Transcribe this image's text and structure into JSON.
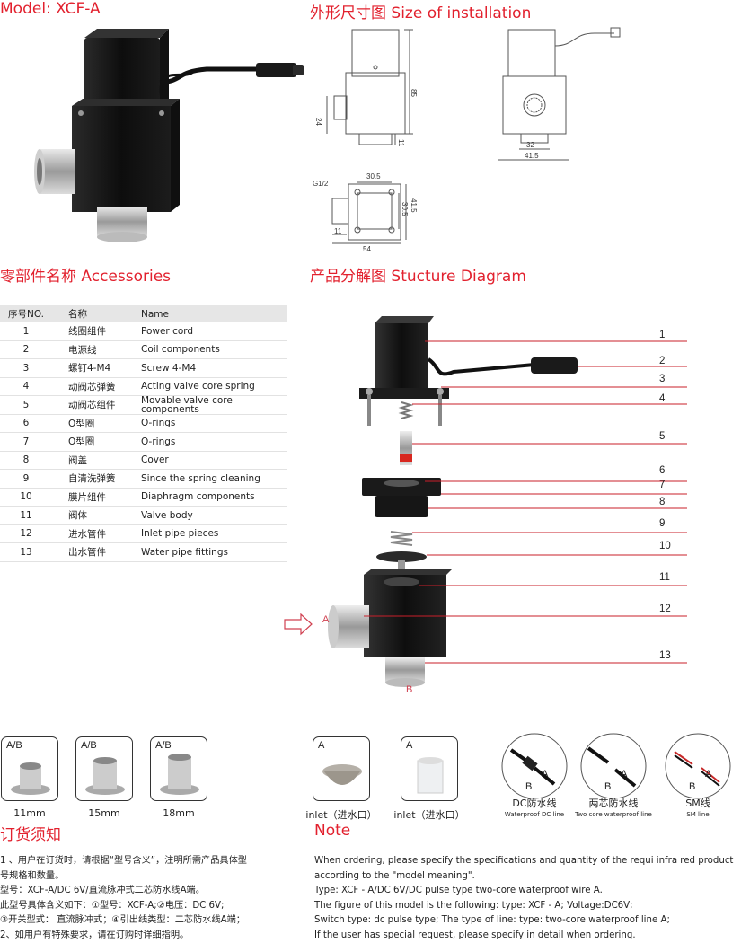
{
  "header": {
    "model_title": "Model: XCF-A",
    "size_title": "外形尺寸图 Size of installation",
    "accessories_title": "零部件名称 Accessories",
    "structure_title": "产品分解图 Stucture Diagram"
  },
  "dimensions": {
    "front": {
      "height": "85",
      "left": "24",
      "bottom": "11"
    },
    "side": {
      "width_inner": "32",
      "width_outer": "41.5"
    },
    "bottom": {
      "thread": "G1/2",
      "top": "30.5",
      "right_outer": "41.5",
      "right_inner": "30.5",
      "left": "11",
      "width": "54"
    }
  },
  "accessories": {
    "headers": {
      "no": "序号NO.",
      "cn": "名称",
      "en": "Name"
    },
    "rows": [
      {
        "no": "1",
        "cn": "线圈组件",
        "en": "Power cord"
      },
      {
        "no": "2",
        "cn": "电源线",
        "en": "Coil components"
      },
      {
        "no": "3",
        "cn": "螺钉4-M4",
        "en": "Screw 4-M4"
      },
      {
        "no": "4",
        "cn": "动阀芯弹簧",
        "en": "Acting valve core spring"
      },
      {
        "no": "5",
        "cn": "动阀芯组件",
        "en": "Movable valve core components"
      },
      {
        "no": "6",
        "cn": "O型圈",
        "en": "O-rings"
      },
      {
        "no": "7",
        "cn": "O型圈",
        "en": "O-rings"
      },
      {
        "no": "8",
        "cn": "阀盖",
        "en": "Cover"
      },
      {
        "no": "9",
        "cn": "自清洗弹簧",
        "en": "Since the spring cleaning"
      },
      {
        "no": "10",
        "cn": "膜片组件",
        "en": "Diaphragm components"
      },
      {
        "no": "11",
        "cn": "阀体",
        "en": "Valve body"
      },
      {
        "no": "12",
        "cn": "进水管件",
        "en": "Inlet pipe pieces"
      },
      {
        "no": "13",
        "cn": "出水管件",
        "en": "Water pipe fittings"
      }
    ]
  },
  "structure": {
    "callouts": [
      "1",
      "2",
      "3",
      "4",
      "5",
      "6",
      "7",
      "8",
      "9",
      "10",
      "11",
      "12",
      "13"
    ],
    "inlet_label": "A",
    "outlet_label": "B"
  },
  "fittings": [
    {
      "box_label": "A/B",
      "caption": "11mm"
    },
    {
      "box_label": "A/B",
      "caption": "15mm"
    },
    {
      "box_label": "A/B",
      "caption": "18mm"
    }
  ],
  "inlets": [
    {
      "box_label": "A",
      "caption": "inlet（进水口）"
    },
    {
      "box_label": "A",
      "caption": "inlet（进水口）"
    }
  ],
  "wires": [
    {
      "label_b": "B",
      "label_a": "A",
      "title": "DC防水线",
      "subtitle": "Waterproof DC line"
    },
    {
      "label_b": "B",
      "label_a": "A",
      "title": "两芯防水线",
      "subtitle": "Two core waterproof line"
    },
    {
      "label_b": "B",
      "label_a": "A",
      "title": "SM线",
      "subtitle": "SM line"
    }
  ],
  "ordering": {
    "title": "订货须知",
    "lines": [
      "1 、用户在订货时，请根据“型号含义”，注明所需产品具体型",
      "号规格和数量。",
      " 型号：XCF-A/DC 6V/直流脉冲式二芯防水线A端。",
      " 此型号具体含义如下：①型号：XCF-A;②电压：DC 6V;",
      " ③开关型式： 直流脉冲式；④引出线类型：二芯防水线A端；",
      "2、如用户有特殊要求，请在订购时详细指明。"
    ]
  },
  "note": {
    "title": "Note",
    "lines": [
      "When ordering, please specify the specifications and quantity of the requi infra red product",
      "according to the \"model meaning\".",
      "Type: XCF - A/DC 6V/DC pulse type two-core waterproof wire A.",
      "The figure of this model is the following: type: XCF - A; Voltage:DC6V;",
      "Switch type: dc pulse type; The type of line: type: two-core waterproof line A;",
      "If the user has special request, please specify in detail when ordering."
    ]
  },
  "colors": {
    "accent": "#e2212e",
    "leader": "#c91f2a",
    "table_header": "#e6e6e6"
  }
}
